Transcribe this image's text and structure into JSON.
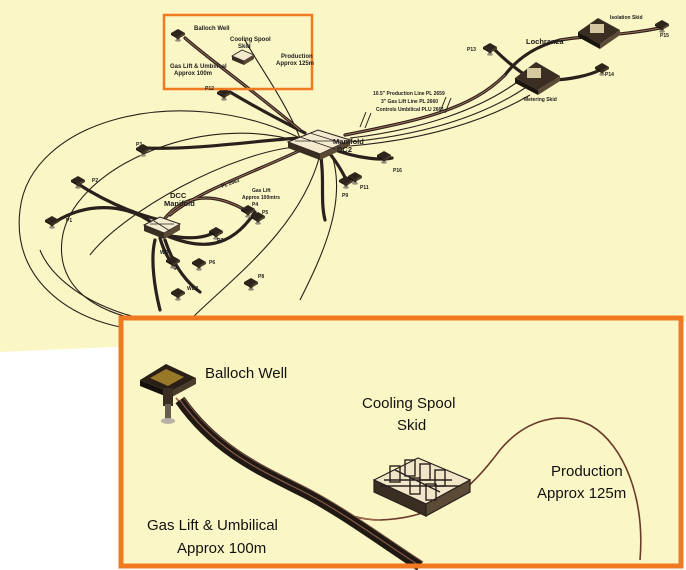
{
  "colors": {
    "background": "#fbf6c5",
    "highlight_frame": "#f07a22",
    "flowline": "#2a211c",
    "flowline_inner": "#8a5a4a",
    "structure": "#3a2e22"
  },
  "overview": {
    "labels": {
      "balloch_well": "Balloch Well",
      "cooling_spool": "Cooling Spool",
      "skid": "Skid",
      "gas_lift_umbilical": "Gas Lift & Umbilical",
      "gas_lift_approx": "Approx 100m",
      "production": "Production",
      "production_approx": "Approx 125m",
      "p12": "P12",
      "p3": "P3",
      "p2": "P2",
      "p1": "P1",
      "p4": "P4",
      "p5": "P5",
      "p6": "P6",
      "p7": "P7",
      "p8": "P8",
      "p9": "P9",
      "p11": "P11",
      "p13": "P13",
      "p14": "P14",
      "p15": "P15",
      "p16": "P16",
      "wd1": "WD1",
      "wd2": "WD2",
      "dcc_manifold_1": "DCC",
      "dcc_manifold_2": "Manifold",
      "manifold_dc2_1": "Manifold",
      "manifold_dc2_2": "DC2",
      "pl_2663": "PL 2663",
      "gas_lift_100_1": "Gas Lift",
      "gas_lift_100_2": "Approx 100mtrs",
      "line_prod": "10.5\" Production Line PL 2659",
      "line_gas": "3\" Gas Lift Line PL 2660",
      "line_ctrl": "Controls Umbilical PLU 2661",
      "lochranza": "Lochranza",
      "isolation_skid": "Isolation Skid",
      "metering_skid": "Metering Skid"
    }
  },
  "detail": {
    "balloch_well": "Balloch Well",
    "cooling_spool_1": "Cooling Spool",
    "cooling_spool_2": "Skid",
    "production_1": "Production",
    "production_2": "Approx 125m",
    "gas_lift_1": "Gas Lift & Umbilical",
    "gas_lift_2": "Approx 100m"
  }
}
